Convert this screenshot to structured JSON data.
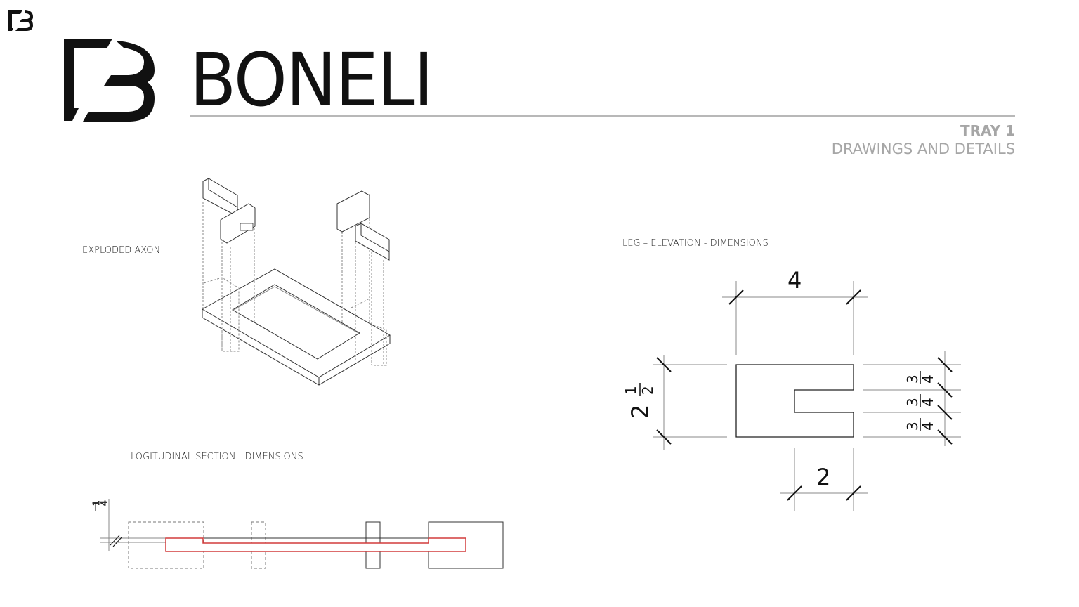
{
  "brand": {
    "name": "BONELI",
    "logo_icon": "boneli-b-logo"
  },
  "header": {
    "title": "TRAY 1",
    "subtitle": "DRAWINGS AND DETAILS"
  },
  "labels": {
    "exploded_axon": "EXPLODED AXON",
    "leg_elevation": "LEG – ELEVATION - DIMENSIONS",
    "long_section": "LOGITUDINAL SECTION - DIMENSIONS"
  },
  "leg_dimensions": {
    "top_width": "4",
    "bottom_width": "2",
    "height_whole": "2",
    "height_num": "1",
    "height_den": "2",
    "segment_num": "3",
    "segment_den": "4"
  },
  "section_dimensions": {
    "thickness_num": "1",
    "thickness_den": "4"
  },
  "colors": {
    "section_highlight": "#d23c3c",
    "rule": "#b8b8b8",
    "subtitle": "#a6a6a6"
  }
}
